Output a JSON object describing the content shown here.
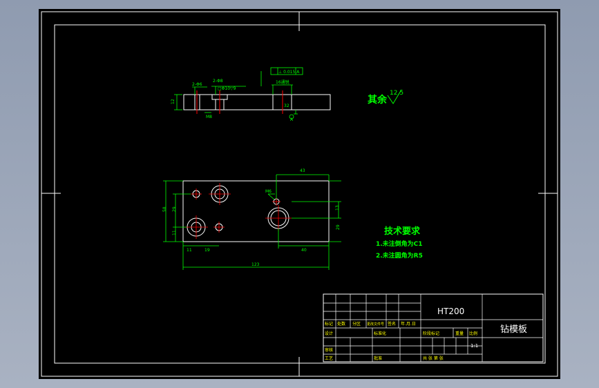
{
  "colors": {
    "background": "#000000",
    "frame": "#ffffff",
    "dimension": "#00ff00",
    "center_line": "#ff0000",
    "text_yellow": "#ffff00",
    "outline": "#ffffff"
  },
  "side_view": {
    "thickness": "12",
    "dim_holes_small": "2-Φ6",
    "dim_holes_pin": "2-Φ8",
    "counterbore": "□Φ10▽9",
    "dim_m8": "M8",
    "dim_bore": "16通锐",
    "dim_depth": "32",
    "tolerance_box": "⊥  0.015  A",
    "datum": "A"
  },
  "surface_note": {
    "label": "其余",
    "roughness": "12.5"
  },
  "top_view": {
    "dim_top": "43",
    "dim_m6": "M6",
    "dim_right": "13",
    "dim_right2": "29",
    "dim_left_total": "58",
    "dim_left_mid": "29",
    "dim_left_low": "11",
    "dim_bottom_a": "11",
    "dim_bottom_b": "19",
    "dim_bottom_c": "40",
    "dim_total_width": "123"
  },
  "tech_requirements": {
    "title": "技术要求",
    "items": [
      "1.未注倒角为C1",
      "2.未注圆角为R5"
    ]
  },
  "title_block": {
    "material": "HT200",
    "part_name": "钻模板",
    "scale": "1:1",
    "row_labels": [
      "标记",
      "处数",
      "分区",
      "更改文件号",
      "签名",
      "年.月.日"
    ],
    "design": "设计",
    "standardize": "标准化",
    "review": "审核",
    "process": "工艺",
    "approve": "批准",
    "stage_mark": "阶段标记",
    "weight": "重量",
    "scale_label": "比例",
    "sheets": "共  张  第  张"
  }
}
